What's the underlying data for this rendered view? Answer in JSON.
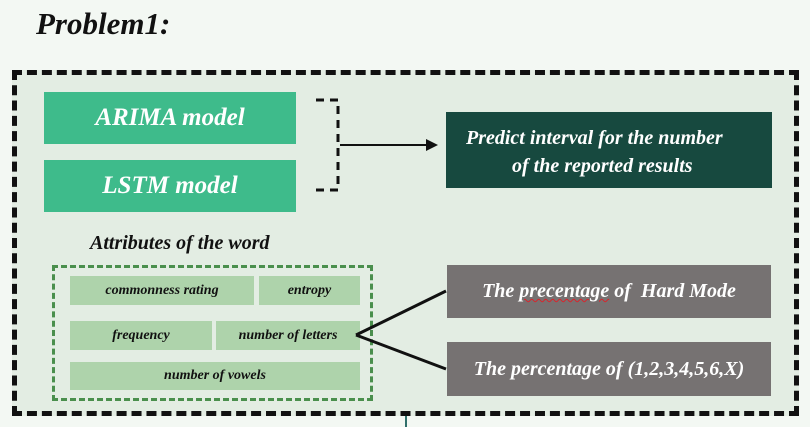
{
  "title": "Problem1:",
  "models": {
    "arima": "ARIMA model",
    "lstm": "LSTM model"
  },
  "prediction": {
    "line1": "Predict interval for the number",
    "line2": "of the reported results"
  },
  "attributes": {
    "heading": "Attributes of the word",
    "items": {
      "commonness": "commonness rating",
      "entropy": "entropy",
      "frequency": "frequency",
      "letters": "number of letters",
      "vowels": "number of vowels"
    }
  },
  "outputs": {
    "hard_mode_prefix": "The ",
    "hard_mode_misspelled": "precentage",
    "hard_mode_suffix": " of  Hard Mode",
    "tries": "The percentage of (1,2,3,4,5,6,X)"
  },
  "colors": {
    "model_green": "#3ebb8b",
    "prediction_dark_green": "#17493f",
    "attribute_light_green": "#aed3ab",
    "output_grey": "#767272"
  }
}
